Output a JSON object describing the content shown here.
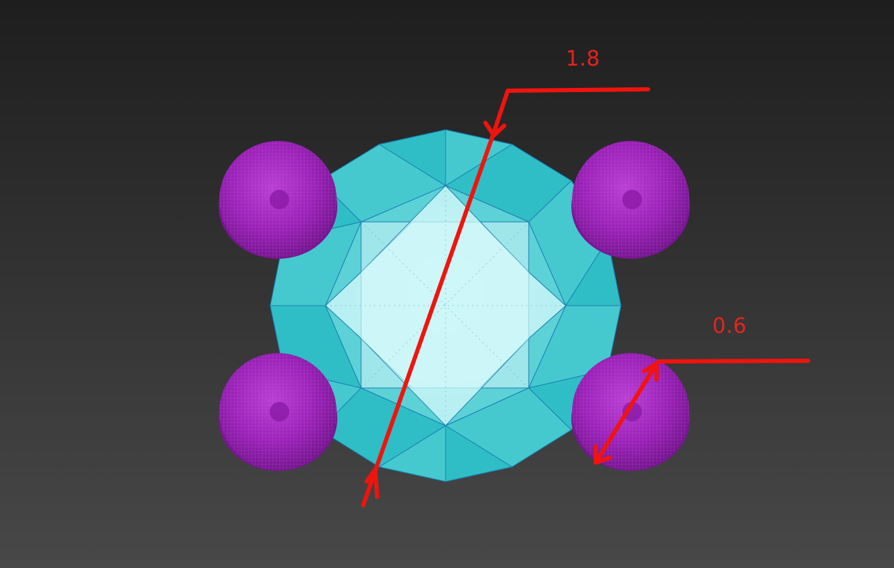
{
  "viewport": {
    "background_top": "#1e1e1e",
    "background_bottom": "#484848"
  },
  "gem": {
    "shape": "round-brilliant",
    "view": "top-down",
    "color_outer": "#22b7bf",
    "color_mid": "#5cd2d6",
    "color_table": "#c9f6f7",
    "edge_color": "#1a7fb5"
  },
  "prongs": {
    "count": 4,
    "color": "#9b22b8",
    "highlight": "#d16ce6"
  },
  "dimensions": {
    "color": "#e8231c",
    "diameter_label": "1.8",
    "prong_label": "0.6"
  }
}
